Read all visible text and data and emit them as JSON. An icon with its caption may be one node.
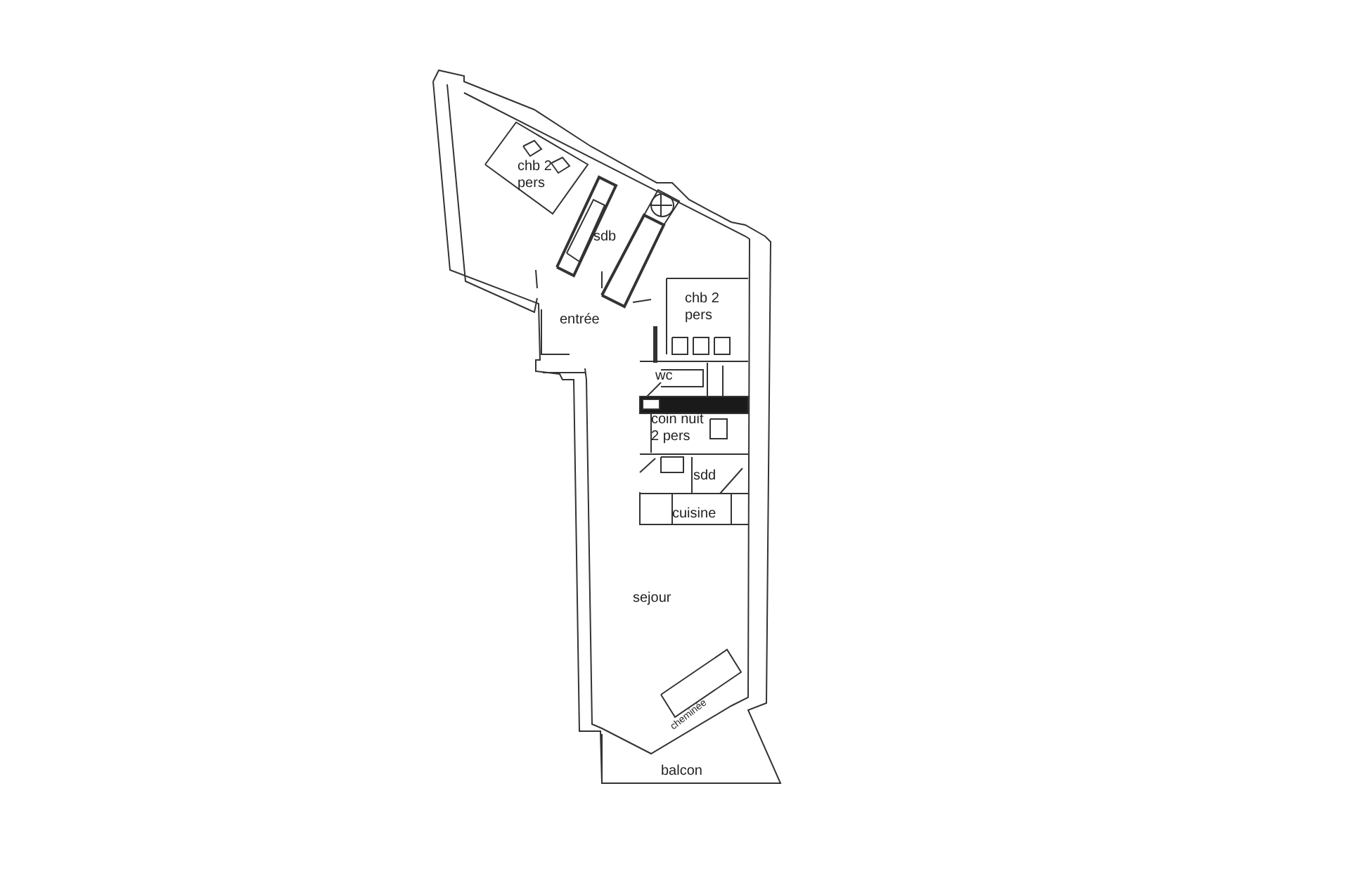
{
  "diagram": {
    "labels": [
      "chb 2 pers",
      "sdb",
      "chb 2 pers",
      "entrée",
      "wc",
      "coin nuit 2 pers",
      "sdd",
      "cuisine",
      "sejour",
      "cheminée",
      "balcon"
    ]
  }
}
